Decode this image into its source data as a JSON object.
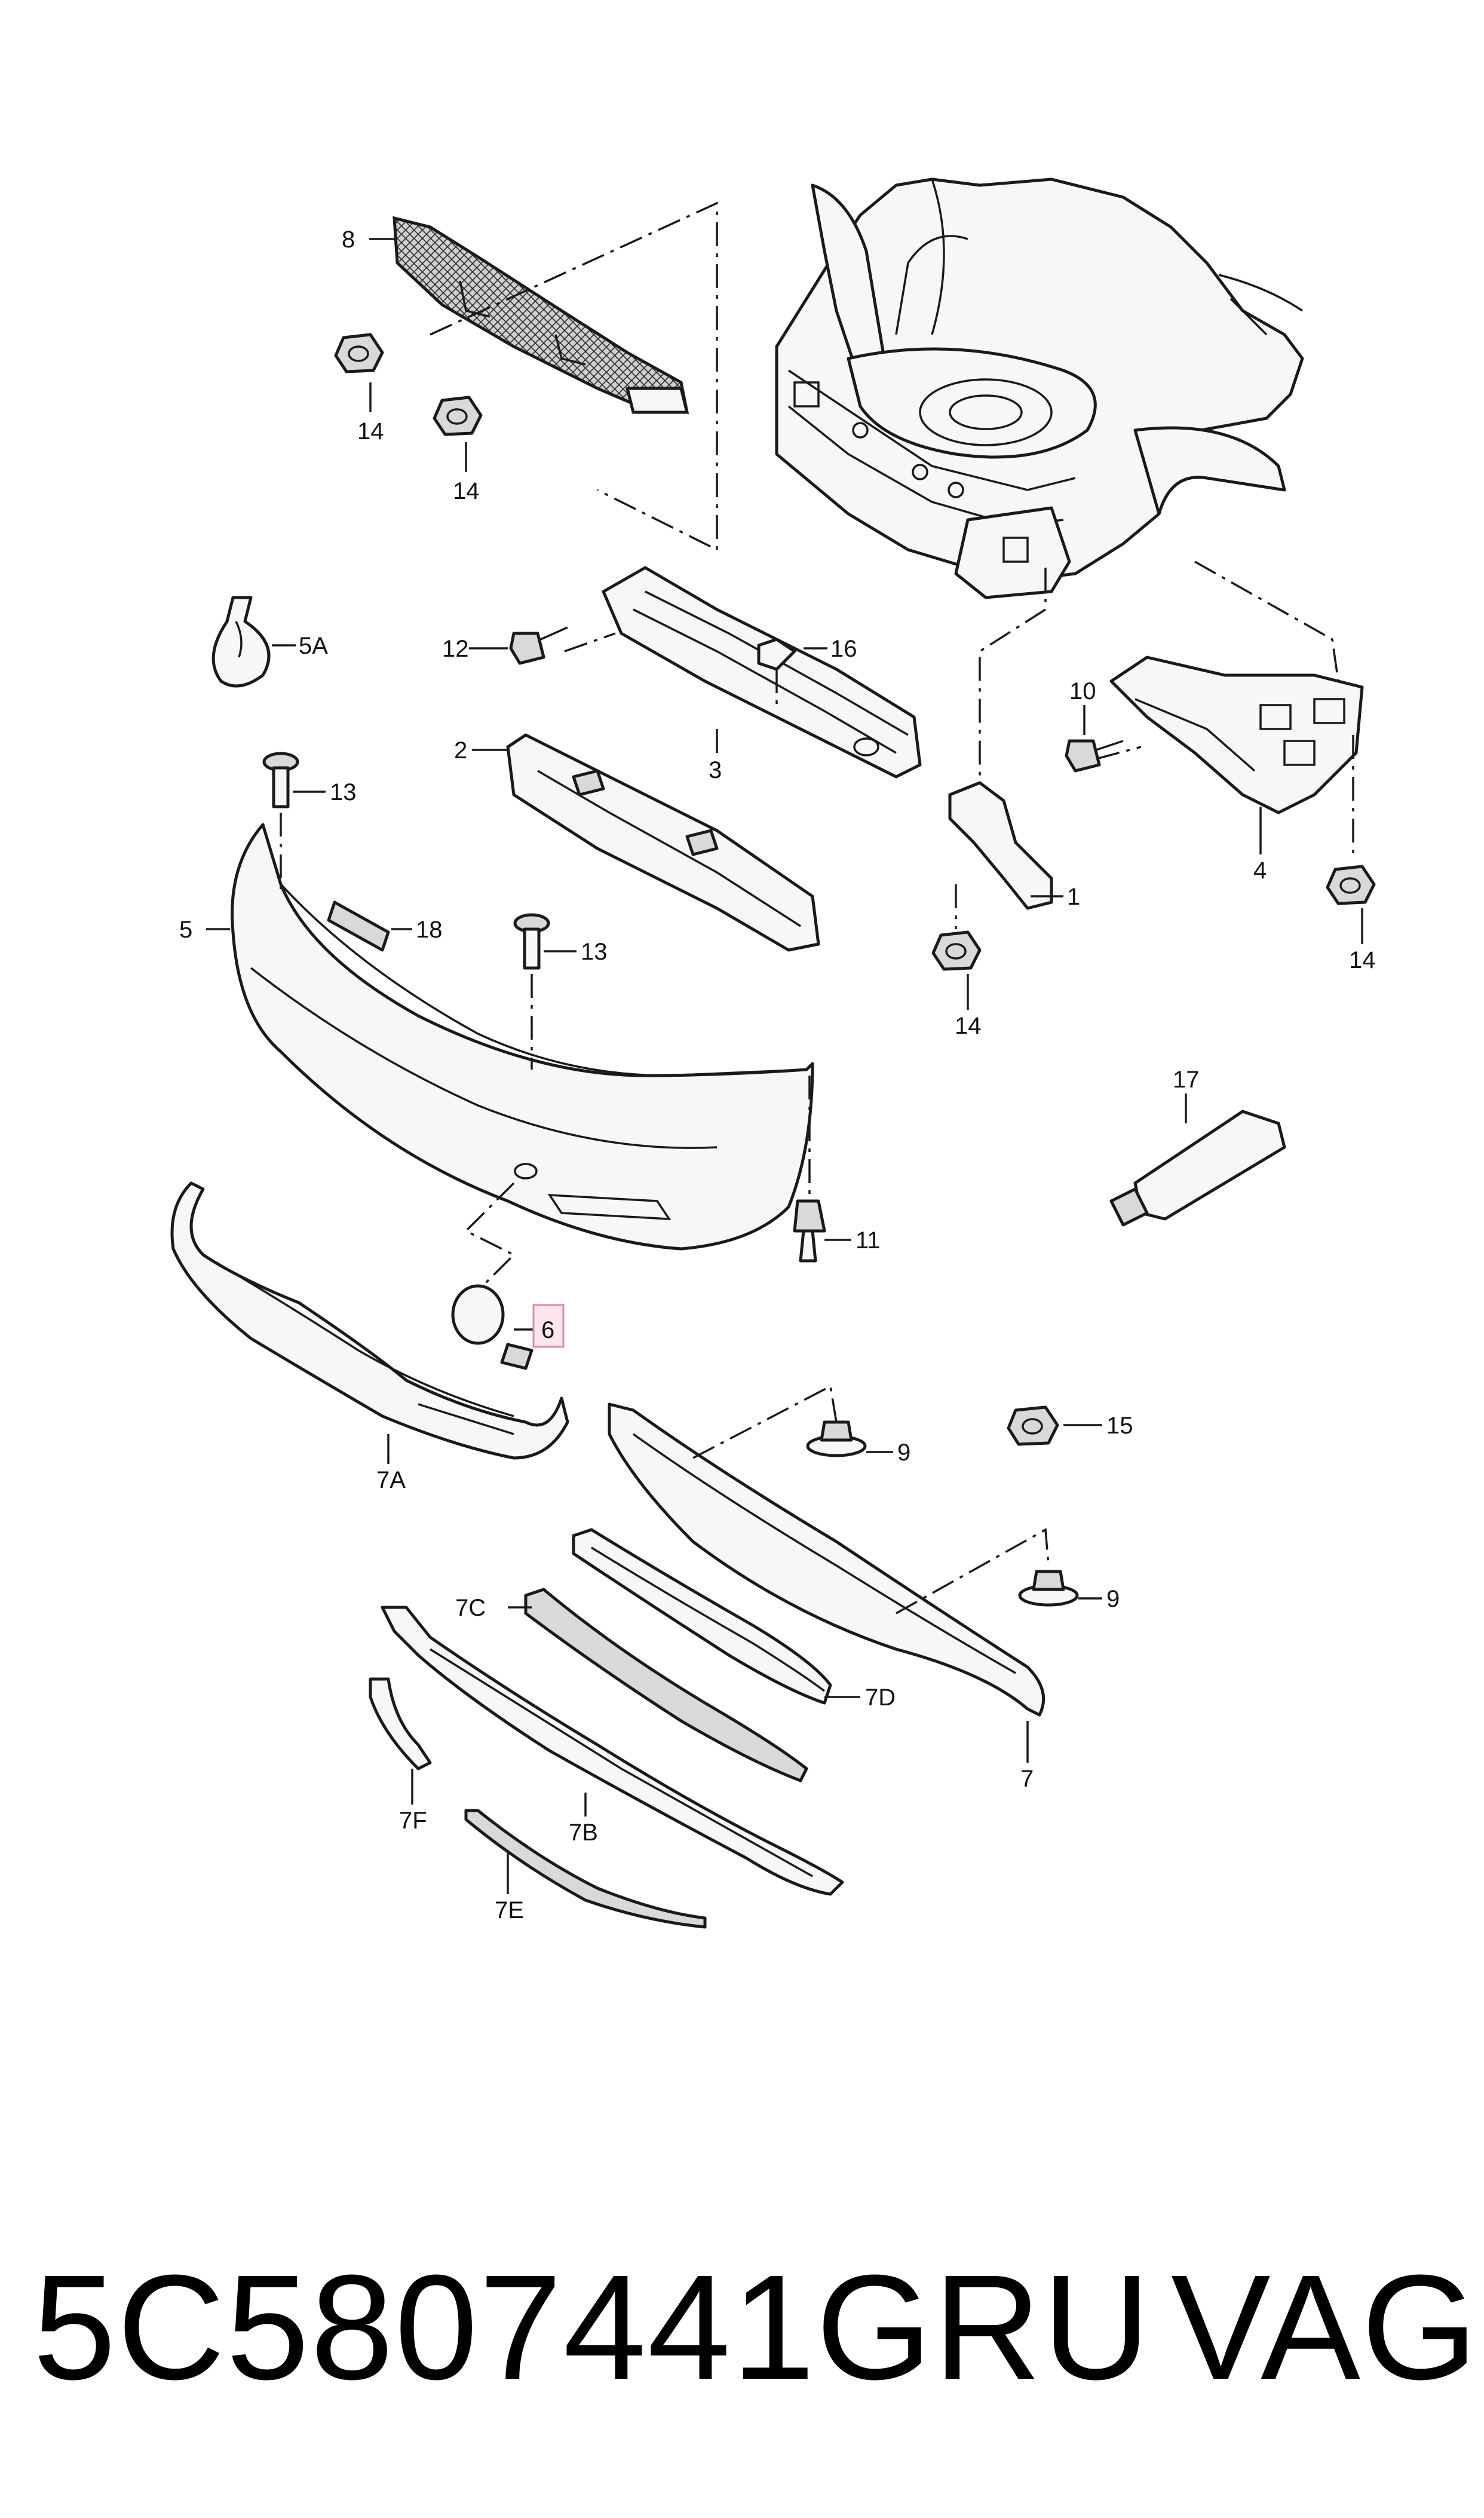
{
  "callouts": {
    "c1": "1",
    "c2": "2",
    "c3": "3",
    "c4": "4",
    "c5": "5",
    "c5a": "5A",
    "c6": "6",
    "c7": "7",
    "c7a": "7A",
    "c7b": "7B",
    "c7c": "7C",
    "c7d": "7D",
    "c7e": "7E",
    "c7f": "7F",
    "c8": "8",
    "c9a": "9",
    "c9b": "9",
    "c10": "10",
    "c11": "11",
    "c12": "12",
    "c13a": "13",
    "c13b": "13",
    "c14a": "14",
    "c14b": "14",
    "c14c": "14",
    "c14d": "14",
    "c15": "15",
    "c16": "16",
    "c17": "17",
    "c18": "18"
  },
  "highlighted_callout": "6",
  "colors": {
    "line": "#1a1a1a",
    "highlight_fill": "#fde7ec",
    "highlight_stroke": "#e08a9c"
  },
  "footer": {
    "part_number": "5C5807441GRU",
    "brand": "VAG"
  }
}
